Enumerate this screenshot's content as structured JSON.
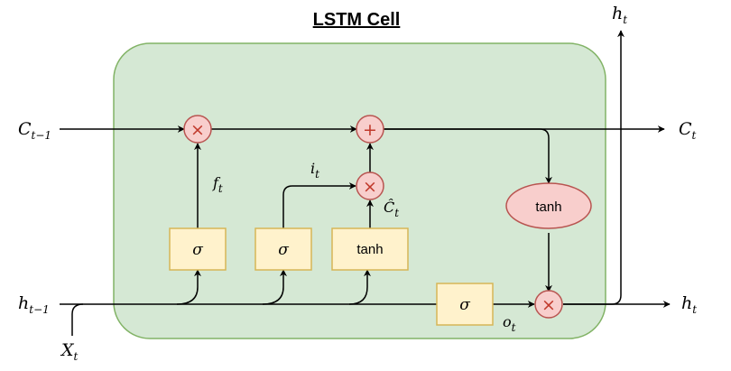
{
  "title": "LSTM Cell",
  "colors": {
    "cell_fill": "#d5e8d4",
    "cell_stroke": "#82b366",
    "gate_fill": "#fff2cc",
    "gate_stroke": "#d6b656",
    "op_fill": "#f8cecc",
    "op_stroke": "#b85450"
  },
  "gates": {
    "forget": "σ",
    "input": "σ",
    "candidate": "tanh",
    "output": "σ"
  },
  "ops": {
    "forget_mult": "×",
    "input_mult": "×",
    "add": "+",
    "output_mult": "×",
    "tanh": "tanh"
  },
  "labels": {
    "c_prev": {
      "base": "C",
      "sub": "t−1"
    },
    "c_out": {
      "base": "C",
      "sub": "t"
    },
    "h_prev": {
      "base": "h",
      "sub": "t−1"
    },
    "h_out_right": {
      "base": "h",
      "sub": "t"
    },
    "h_out_top": {
      "base": "h",
      "sub": "t"
    },
    "x_in": {
      "base": "X",
      "sub": "t"
    },
    "f": {
      "base": "f",
      "sub": "t"
    },
    "i": {
      "base": "i",
      "sub": "t"
    },
    "c_hat": {
      "base": "Ĉ",
      "sub": "t"
    },
    "o": {
      "base": "o",
      "sub": "t"
    }
  }
}
